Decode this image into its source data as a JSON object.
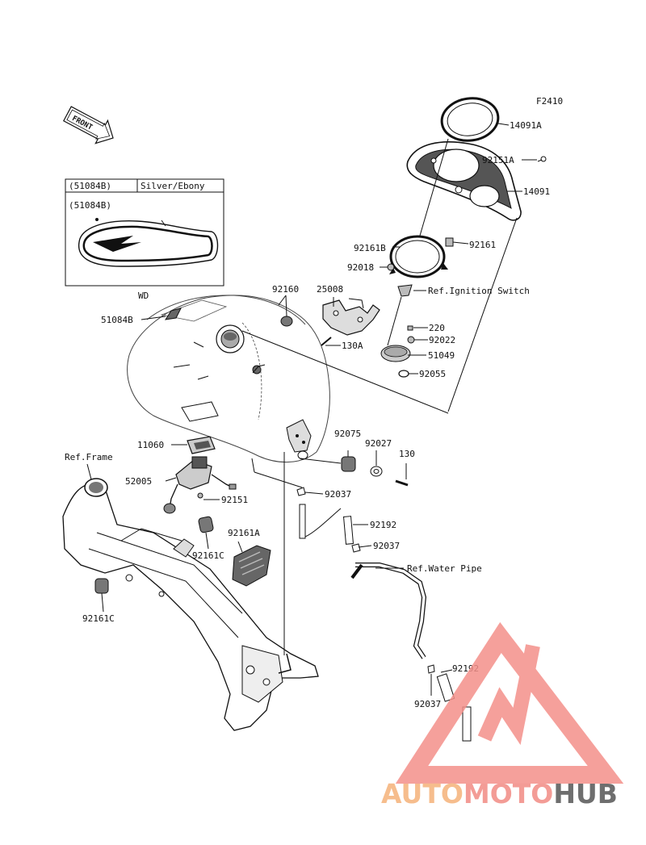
{
  "diagram_id": "F2410",
  "front_label": "FRONT",
  "paint_table": {
    "row1_code": "(51084B)",
    "row1_color": "Silver/Ebony",
    "row2_code": "(51084B)",
    "caption": "WD"
  },
  "callouts": [
    {
      "id": "c-14091a",
      "text": "14091A"
    },
    {
      "id": "c-92151a",
      "text": "92151A"
    },
    {
      "id": "c-14091",
      "text": "14091"
    },
    {
      "id": "c-92161b",
      "text": "92161B"
    },
    {
      "id": "c-92161",
      "text": "92161"
    },
    {
      "id": "c-92018",
      "text": "92018"
    },
    {
      "id": "c-92160",
      "text": "92160"
    },
    {
      "id": "c-25008",
      "text": "25008"
    },
    {
      "id": "c-ref-ignition",
      "text": "Ref.Ignition Switch"
    },
    {
      "id": "c-51084b",
      "text": "51084B"
    },
    {
      "id": "c-220",
      "text": "220"
    },
    {
      "id": "c-92022",
      "text": "92022"
    },
    {
      "id": "c-130a",
      "text": "130A"
    },
    {
      "id": "c-51049",
      "text": "51049"
    },
    {
      "id": "c-92055",
      "text": "92055"
    },
    {
      "id": "c-92075",
      "text": "92075"
    },
    {
      "id": "c-92027",
      "text": "92027"
    },
    {
      "id": "c-11060",
      "text": "11060"
    },
    {
      "id": "c-130",
      "text": "130"
    },
    {
      "id": "c-ref-frame",
      "text": "Ref.Frame"
    },
    {
      "id": "c-52005",
      "text": "52005"
    },
    {
      "id": "c-92037-a",
      "text": "92037"
    },
    {
      "id": "c-92151",
      "text": "92151"
    },
    {
      "id": "c-92192-a",
      "text": "92192"
    },
    {
      "id": "c-92161a",
      "text": "92161A"
    },
    {
      "id": "c-92037-b",
      "text": "92037"
    },
    {
      "id": "c-92161c-a",
      "text": "92161C"
    },
    {
      "id": "c-ref-water",
      "text": "Ref.Water Pipe"
    },
    {
      "id": "c-92161c-b",
      "text": "92161C"
    },
    {
      "id": "c-92192-b",
      "text": "92192"
    },
    {
      "id": "c-92037-c",
      "text": "92037"
    }
  ],
  "watermark": {
    "part1": "AUTO",
    "part2": "MOTO",
    "part3": "HUB",
    "color1": "#f5b27a",
    "color2": "#f28b84",
    "color3": "#555555"
  }
}
